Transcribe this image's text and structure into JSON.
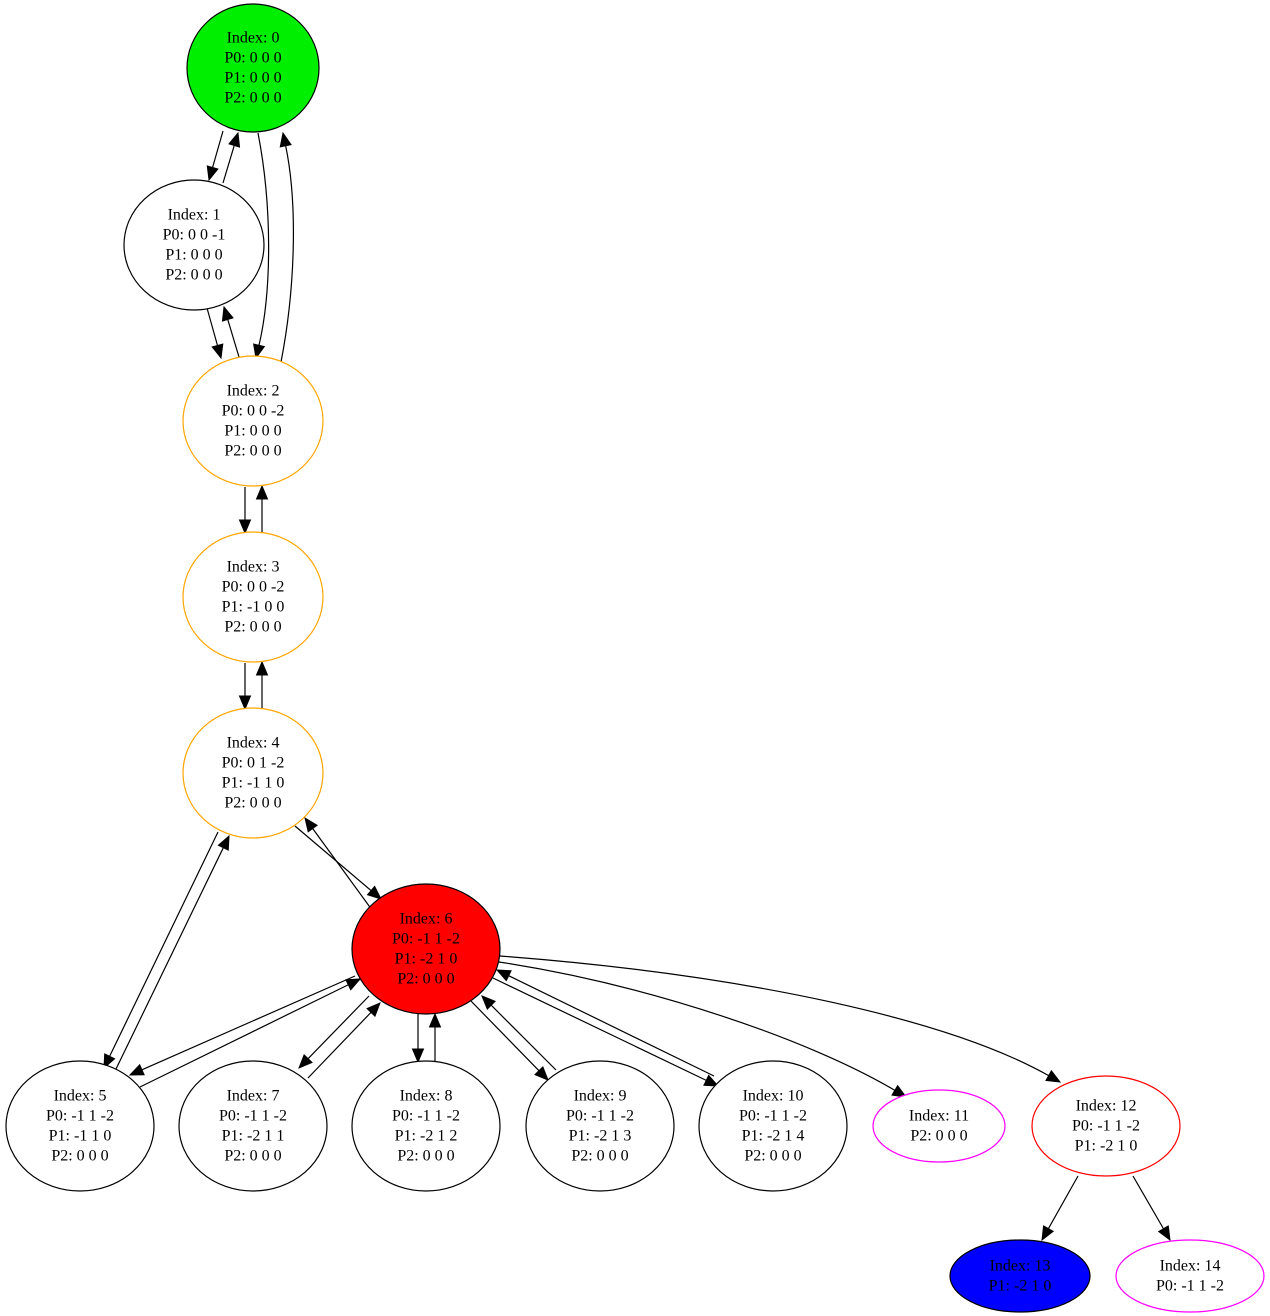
{
  "graph": {
    "nodes": [
      {
        "id": "n0",
        "lines": [
          "Index: 0",
          "P0: 0 0 0",
          "P1: 0 0 0",
          "P2: 0 0 0"
        ],
        "stroke": "#000000",
        "fill": "#00ee00"
      },
      {
        "id": "n1",
        "lines": [
          "Index: 1",
          "P0: 0 0 -1",
          "P1: 0 0 0",
          "P2: 0 0 0"
        ],
        "stroke": "#000000",
        "fill": "#ffffff"
      },
      {
        "id": "n2",
        "lines": [
          "Index: 2",
          "P0: 0 0 -2",
          "P1: 0 0 0",
          "P2: 0 0 0"
        ],
        "stroke": "#ffa500",
        "fill": "#ffffff"
      },
      {
        "id": "n3",
        "lines": [
          "Index: 3",
          "P0: 0 0 -2",
          "P1: -1 0 0",
          "P2: 0 0 0"
        ],
        "stroke": "#ffa500",
        "fill": "#ffffff"
      },
      {
        "id": "n4",
        "lines": [
          "Index: 4",
          "P0: 0 1 -2",
          "P1: -1 1 0",
          "P2: 0 0 0"
        ],
        "stroke": "#ffa500",
        "fill": "#ffffff"
      },
      {
        "id": "n5",
        "lines": [
          "Index: 5",
          "P0: -1 1 -2",
          "P1: -1 1 0",
          "P2: 0 0 0"
        ],
        "stroke": "#000000",
        "fill": "#ffffff"
      },
      {
        "id": "n6",
        "lines": [
          "Index: 6",
          "P0: -1 1 -2",
          "P1: -2 1 0",
          "P2: 0 0 0"
        ],
        "stroke": "#000000",
        "fill": "#ff0000"
      },
      {
        "id": "n7",
        "lines": [
          "Index: 7",
          "P0: -1 1 -2",
          "P1: -2 1 1",
          "P2: 0 0 0"
        ],
        "stroke": "#000000",
        "fill": "#ffffff"
      },
      {
        "id": "n8",
        "lines": [
          "Index: 8",
          "P0: -1 1 -2",
          "P1: -2 1 2",
          "P2: 0 0 0"
        ],
        "stroke": "#000000",
        "fill": "#ffffff"
      },
      {
        "id": "n9",
        "lines": [
          "Index: 9",
          "P0: -1 1 -2",
          "P1: -2 1 3",
          "P2: 0 0 0"
        ],
        "stroke": "#000000",
        "fill": "#ffffff"
      },
      {
        "id": "n10",
        "lines": [
          "Index: 10",
          "P0: -1 1 -2",
          "P1: -2 1 4",
          "P2: 0 0 0"
        ],
        "stroke": "#000000",
        "fill": "#ffffff"
      },
      {
        "id": "n11",
        "lines": [
          "Index: 11",
          "P2: 0 0 0"
        ],
        "stroke": "#ff00ff",
        "fill": "#ffffff"
      },
      {
        "id": "n12",
        "lines": [
          "Index: 12",
          "P0: -1 1 -2",
          "P1: -2 1 0"
        ],
        "stroke": "#ff0000",
        "fill": "#ffffff"
      },
      {
        "id": "n13",
        "lines": [
          "Index: 13",
          "P1: -2 1 0"
        ],
        "stroke": "#000000",
        "fill": "#0000ff"
      },
      {
        "id": "n14",
        "lines": [
          "Index: 14",
          "P0: -1 1 -2"
        ],
        "stroke": "#ff00ff",
        "fill": "#ffffff"
      }
    ],
    "edges": [
      {
        "from": "n0",
        "to": "n1"
      },
      {
        "from": "n1",
        "to": "n0"
      },
      {
        "from": "n0",
        "to": "n2"
      },
      {
        "from": "n2",
        "to": "n0"
      },
      {
        "from": "n1",
        "to": "n2"
      },
      {
        "from": "n2",
        "to": "n1"
      },
      {
        "from": "n2",
        "to": "n3"
      },
      {
        "from": "n3",
        "to": "n2"
      },
      {
        "from": "n3",
        "to": "n4"
      },
      {
        "from": "n4",
        "to": "n3"
      },
      {
        "from": "n4",
        "to": "n5"
      },
      {
        "from": "n5",
        "to": "n4"
      },
      {
        "from": "n4",
        "to": "n6"
      },
      {
        "from": "n6",
        "to": "n4"
      },
      {
        "from": "n6",
        "to": "n5"
      },
      {
        "from": "n5",
        "to": "n6"
      },
      {
        "from": "n6",
        "to": "n7"
      },
      {
        "from": "n7",
        "to": "n6"
      },
      {
        "from": "n6",
        "to": "n8"
      },
      {
        "from": "n8",
        "to": "n6"
      },
      {
        "from": "n6",
        "to": "n9"
      },
      {
        "from": "n9",
        "to": "n6"
      },
      {
        "from": "n6",
        "to": "n10"
      },
      {
        "from": "n10",
        "to": "n6"
      },
      {
        "from": "n6",
        "to": "n11"
      },
      {
        "from": "n6",
        "to": "n12"
      },
      {
        "from": "n12",
        "to": "n13"
      },
      {
        "from": "n12",
        "to": "n14"
      }
    ]
  }
}
